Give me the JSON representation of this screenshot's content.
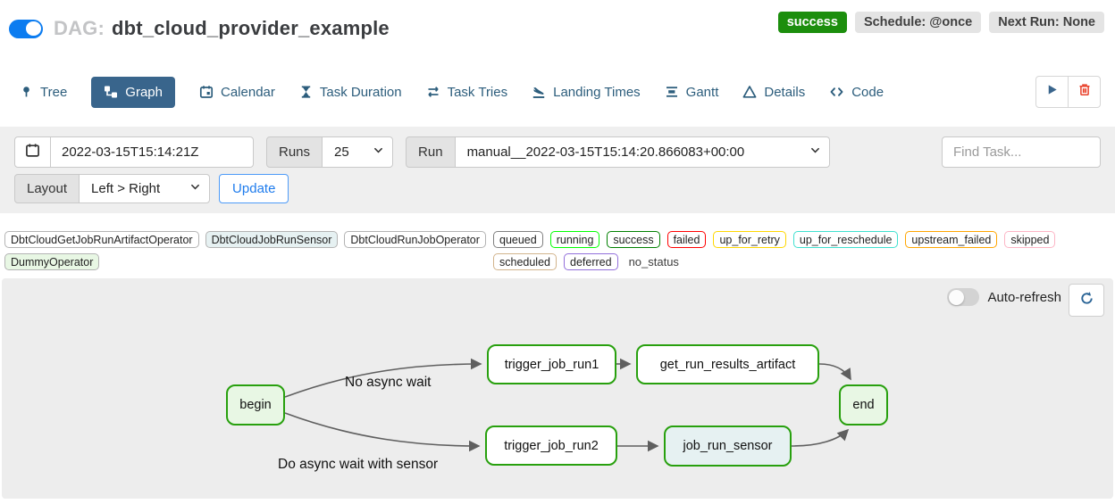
{
  "header": {
    "dag_label": "DAG:",
    "dag_name": "dbt_cloud_provider_example",
    "status": "success",
    "schedule": "Schedule: @once",
    "next_run": "Next Run: None"
  },
  "tabs": [
    {
      "label": "Tree",
      "icon": "tree-icon",
      "active": false
    },
    {
      "label": "Graph",
      "icon": "graph-icon",
      "active": true
    },
    {
      "label": "Calendar",
      "icon": "calendar-icon",
      "active": false
    },
    {
      "label": "Task Duration",
      "icon": "hourglass-icon",
      "active": false
    },
    {
      "label": "Task Tries",
      "icon": "repeat-icon",
      "active": false
    },
    {
      "label": "Landing Times",
      "icon": "plane-landing-icon",
      "active": false
    },
    {
      "label": "Gantt",
      "icon": "gantt-icon",
      "active": false
    },
    {
      "label": "Details",
      "icon": "triangle-icon",
      "active": false
    },
    {
      "label": "Code",
      "icon": "code-icon",
      "active": false
    }
  ],
  "toolbar": {
    "play_icon": "play-icon",
    "delete_icon": "trash-icon"
  },
  "filter_bar": {
    "date_value": "2022-03-15T15:14:21Z",
    "runs_label": "Runs",
    "runs_value": "25",
    "run_label": "Run",
    "run_value": "manual__2022-03-15T15:14:20.866083+00:00",
    "find_task_placeholder": "Find Task...",
    "layout_label": "Layout",
    "layout_value": "Left > Right",
    "update_label": "Update"
  },
  "legend": {
    "operators": [
      {
        "label": "DbtCloudGetJobRunArtifactOperator",
        "fill": "#ffffff"
      },
      {
        "label": "DbtCloudJobRunSensor",
        "fill": "#e6f1f2"
      },
      {
        "label": "DbtCloudRunJobOperator",
        "fill": "#ffffff"
      },
      {
        "label": "DummyOperator",
        "fill": "#e8f7e4"
      }
    ],
    "statuses": [
      {
        "label": "queued",
        "color": "#808080"
      },
      {
        "label": "running",
        "color": "#00ff00"
      },
      {
        "label": "success",
        "color": "#008000"
      },
      {
        "label": "failed",
        "color": "#ff0000"
      },
      {
        "label": "up_for_retry",
        "color": "#ffd700"
      },
      {
        "label": "up_for_reschedule",
        "color": "#40e0d0"
      },
      {
        "label": "upstream_failed",
        "color": "#ffa500"
      },
      {
        "label": "skipped",
        "color": "#fcb5c5"
      },
      {
        "label": "scheduled",
        "color": "#d2b48c"
      },
      {
        "label": "deferred",
        "color": "#9370db"
      }
    ],
    "no_status_label": "no_status"
  },
  "graph": {
    "auto_refresh_label": "Auto-refresh",
    "refresh_icon": "refresh-icon",
    "edge_labels": [
      "No async wait",
      "Do async wait with sensor"
    ],
    "nodes": [
      {
        "id": "begin",
        "label": "begin",
        "fill": "#e8f7e4",
        "state": "success"
      },
      {
        "id": "trigger_job_run1",
        "label": "trigger_job_run1",
        "fill": "#ffffff",
        "state": "success"
      },
      {
        "id": "get_run_results_artifact",
        "label": "get_run_results_artifact",
        "fill": "#ffffff",
        "state": "success"
      },
      {
        "id": "trigger_job_run2",
        "label": "trigger_job_run2",
        "fill": "#ffffff",
        "state": "success"
      },
      {
        "id": "job_run_sensor",
        "label": "job_run_sensor",
        "fill": "#e6f1f2",
        "state": "success"
      },
      {
        "id": "end",
        "label": "end",
        "fill": "#e8f7e4",
        "state": "success"
      }
    ]
  },
  "colors": {
    "accent_blue": "#0c7cf0",
    "tab_active_bg": "#39658c",
    "link_blue": "#1f7ced",
    "success_badge_bg": "#1c8e0d",
    "node_border_green": "#28a00e",
    "edge_gray": "#5f5f5f",
    "panel_bg": "#ededed",
    "filter_bar_bg": "#efefef",
    "trash_red": "#e8402a"
  }
}
